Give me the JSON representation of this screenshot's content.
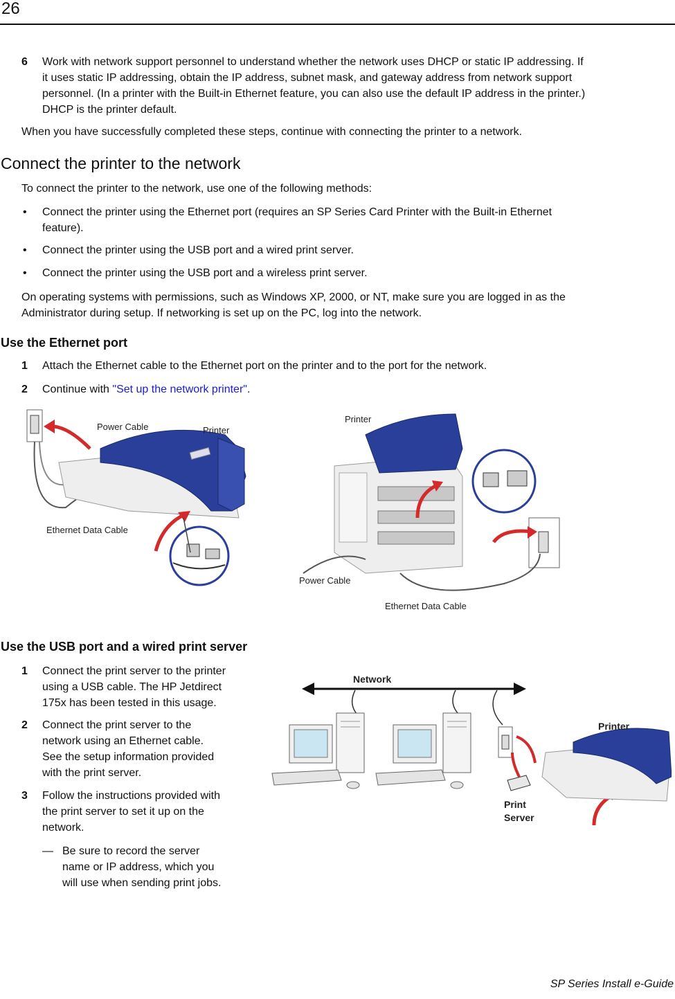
{
  "header": {
    "page_number": "26"
  },
  "step6": {
    "number": "6",
    "lines": [
      "Work with network support personnel to understand whether the network uses DHCP or static IP addressing. If",
      "it uses static IP addressing, obtain the IP address, subnet mask, and gateway address from network support",
      "personnel. (In a printer with the Built-in Ethernet feature, you can also use the default IP address in the printer.)",
      "DHCP is the printer default."
    ]
  },
  "completed_text": "When you have successfully completed these steps, continue with connecting the printer to a network.",
  "section_connect": {
    "heading": "Connect the printer to the network",
    "intro": "To connect the printer to the network, use one of the following methods:",
    "bullet_mark": "•",
    "bullets": [
      [
        "Connect the printer using the Ethernet port (requires an SP Series Card Printer with the Built-in Ethernet",
        "feature)."
      ],
      [
        "Connect the printer using the USB port and a wired print server."
      ],
      [
        "Connect the printer using the USB port and a wireless print server."
      ]
    ],
    "permissions": [
      "On operating systems with permissions, such as Windows XP, 2000, or NT, make sure you are logged in as the",
      "Administrator during setup. If networking is set up on the PC, log into the network."
    ]
  },
  "section_ethernet": {
    "heading": "Use the Ethernet port",
    "steps": [
      {
        "number": "1",
        "text": "Attach the Ethernet cable to the Ethernet port on the printer and to the port for the network."
      },
      {
        "number": "2",
        "text_before": "Continue with ",
        "link": "\"Set up the network printer\"",
        "text_after": "."
      }
    ],
    "figure_left": {
      "power_cable": "Power Cable",
      "printer": "Printer",
      "ethernet_cable": "Ethernet Data Cable"
    },
    "figure_right": {
      "printer": "Printer",
      "power_cable": "Power Cable",
      "ethernet_cable": "Ethernet Data Cable"
    }
  },
  "section_usb": {
    "heading": "Use the USB port and a wired print server",
    "steps": [
      {
        "number": "1",
        "lines": [
          "Connect the print server to the printer",
          "using a USB cable. The HP Jetdirect",
          "175x has been tested in this usage."
        ]
      },
      {
        "number": "2",
        "lines": [
          "Connect the print server to the",
          "network using an Ethernet cable.",
          "See the setup information provided",
          "with the print server."
        ]
      },
      {
        "number": "3",
        "lines": [
          "Follow the instructions provided with",
          "the print server to set it up on the",
          "network."
        ]
      }
    ],
    "note_mark": "—",
    "note_lines": [
      "Be sure to record the server",
      "name or IP address, which you",
      "will use when sending print jobs."
    ],
    "figure": {
      "network": "Network",
      "printer": "Printer",
      "print": "Print",
      "server": "Server"
    }
  },
  "footer": {
    "text": "SP Series Install e-Guide"
  },
  "colors": {
    "link": "#1a1ad6",
    "printer_blue": "#2a3f9a",
    "arrow_red": "#d42a2a",
    "rule": "#111111"
  }
}
